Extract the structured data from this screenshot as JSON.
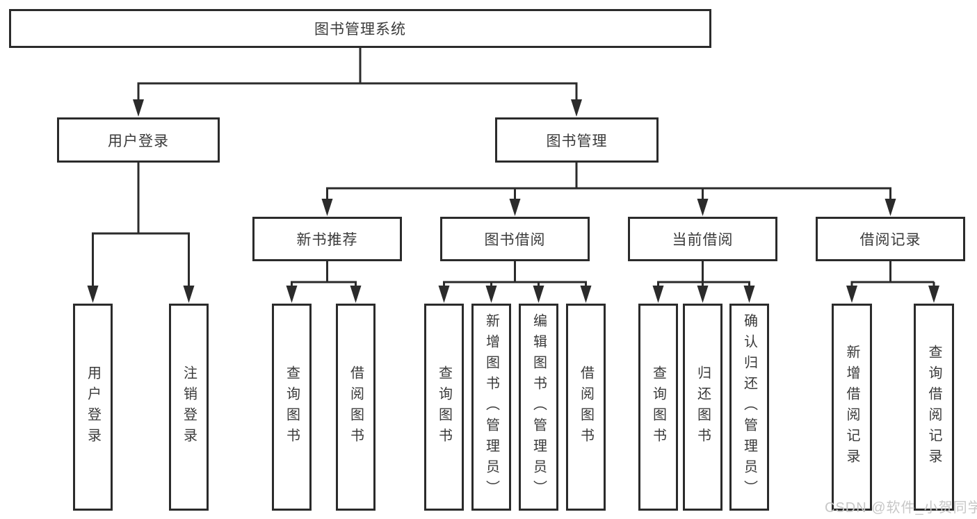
{
  "diagram": {
    "root": {
      "label": "图书管理系统"
    },
    "level2": [
      {
        "label": "用户登录"
      },
      {
        "label": "图书管理"
      }
    ],
    "level3": [
      {
        "parent": "图书管理",
        "label": "新书推荐"
      },
      {
        "parent": "图书管理",
        "label": "图书借阅"
      },
      {
        "parent": "图书管理",
        "label": "当前借阅"
      },
      {
        "parent": "图书管理",
        "label": "借阅记录"
      }
    ],
    "leaves": [
      {
        "parent": "用户登录",
        "label": "用户登录"
      },
      {
        "parent": "用户登录",
        "label": "注销登录"
      },
      {
        "parent": "新书推荐",
        "label": "查询图书"
      },
      {
        "parent": "新书推荐",
        "label": "借阅图书"
      },
      {
        "parent": "图书借阅",
        "label": "查询图书"
      },
      {
        "parent": "图书借阅",
        "label": "新增图书（管理员）"
      },
      {
        "parent": "图书借阅",
        "label": "编辑图书（管理员）"
      },
      {
        "parent": "图书借阅",
        "label": "借阅图书"
      },
      {
        "parent": "当前借阅",
        "label": "查询图书"
      },
      {
        "parent": "当前借阅",
        "label": "归还图书"
      },
      {
        "parent": "当前借阅",
        "label": "确认归还（管理员）"
      },
      {
        "parent": "借阅记录",
        "label": "新增借阅记录"
      },
      {
        "parent": "借阅记录",
        "label": "查询借阅记录"
      }
    ],
    "watermark": "CSDN @软件_小贺同学",
    "colors": {
      "line": "#2b2b2b",
      "text": "#3a3a3a",
      "watermark": "#c7c7c7",
      "background": "#ffffff"
    }
  }
}
